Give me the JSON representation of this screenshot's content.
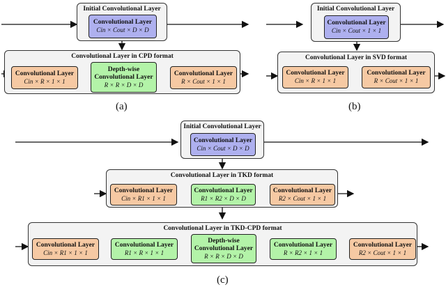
{
  "conv_label": "Convolutional Layer",
  "initial_title": "Initial Convolutional Layer",
  "depthwise_line1": "Depth-wise",
  "captions": {
    "a": "(a)",
    "b": "(b)",
    "c": "(c)"
  },
  "colors": {
    "initial": "#aeb0ef",
    "outer_factor": "#f6c9a3",
    "core_factor": "#b3f3a8",
    "panel": "#f3f3f3"
  },
  "a": {
    "initial_dims": "Cin × Cout × D × D",
    "panel_title": "Convolutional Layer in CPD format",
    "blocks": [
      "Cin × R × 1 × 1",
      "R × R × D × D",
      "R × Cout × 1 × 1"
    ]
  },
  "b": {
    "initial_dims": "Cin × Cout × 1 × 1",
    "panel_title": "Convolutional Layer in SVD format",
    "blocks": [
      "Cin × R × 1 × 1",
      "R × Cout × 1 × 1"
    ]
  },
  "c": {
    "initial_dims": "Cin × Cout × D × D",
    "tkd_title": "Convolutional Layer in TKD format",
    "tkd_blocks": [
      "Cin × R1 × 1 × 1",
      "R1 × R2 × D × D",
      "R2 × Cout × 1 × 1"
    ],
    "tkdcpd_title": "Convolutional Layer in TKD-CPD format",
    "tkdcpd_blocks": [
      "Cin × R1 × 1 × 1",
      "R1 × R × 1 × 1",
      "R × R × D × D",
      "R × R2 × 1 × 1",
      "R2 × Cout × 1 × 1"
    ]
  }
}
